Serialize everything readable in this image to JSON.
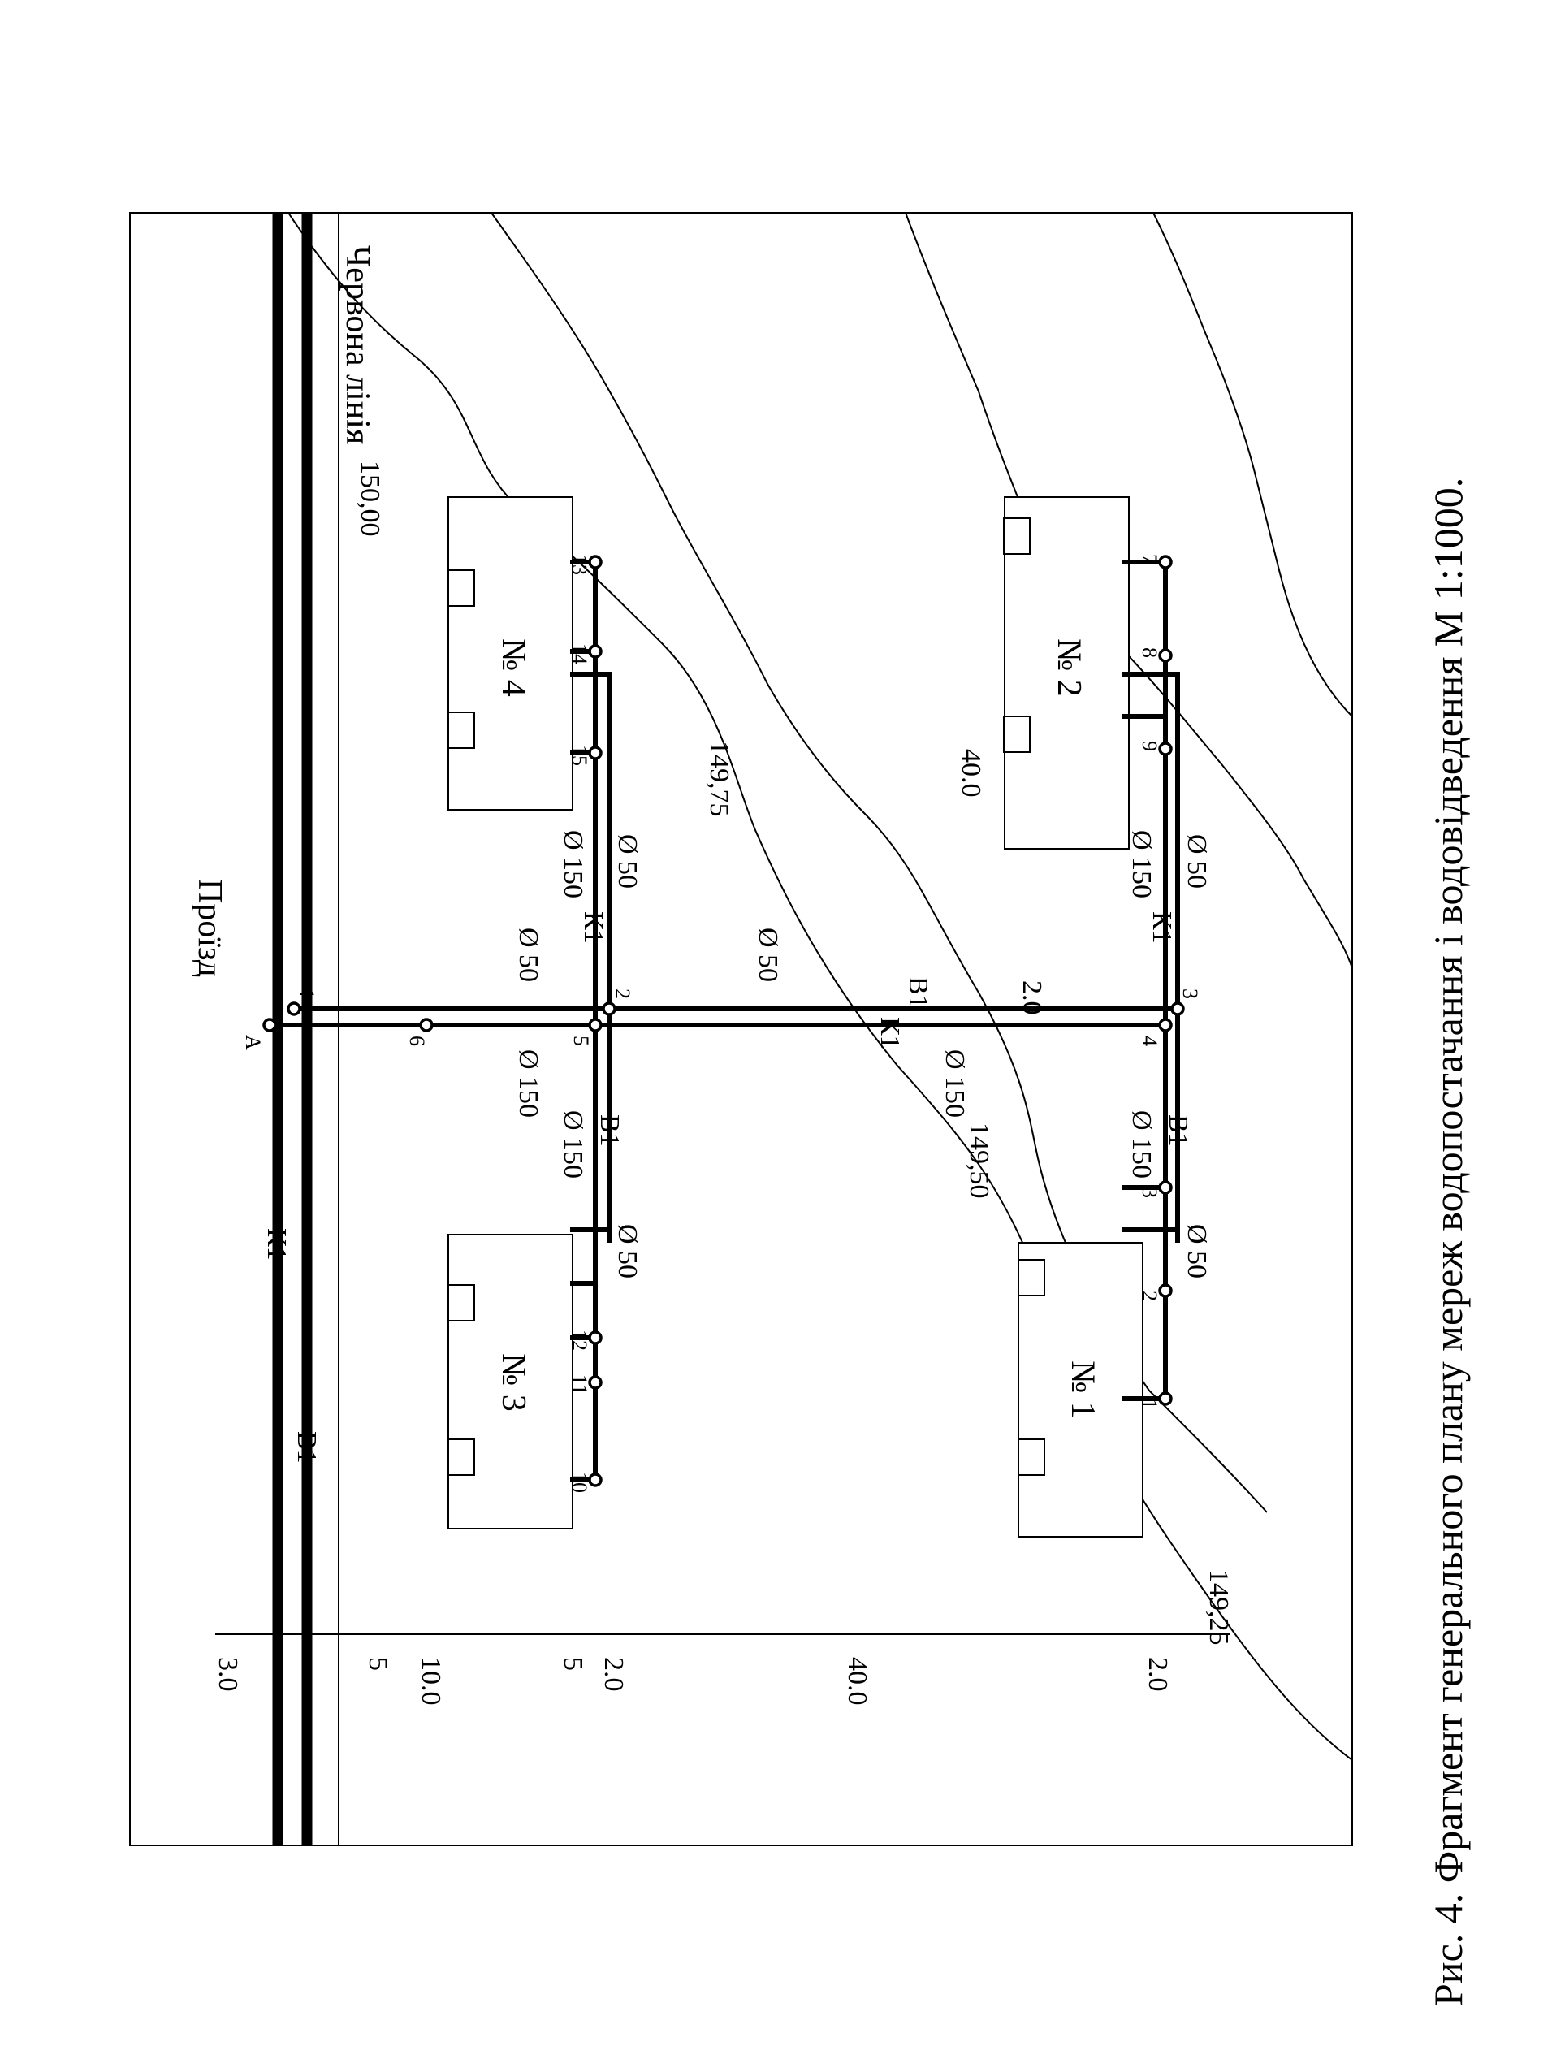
{
  "caption": "Рис. 4. Фрагмент генерального плану мереж водопостачання і водовідведення М 1:1000.",
  "labels": {
    "red_line": "Червона лінія",
    "passage": "Проїзд",
    "water_line": "В1",
    "sewer_line": "К1",
    "manhole_a": "А"
  },
  "buildings": [
    "№ 1",
    "№ 2",
    "№ 3",
    "№ 4"
  ],
  "contours": [
    "150,00",
    "149,75",
    "149,50",
    "149,25"
  ],
  "diameters": {
    "d50": "Ø 50",
    "d150": "Ø 150"
  },
  "dimensions": {
    "d2": "2.0",
    "d40": "40.0",
    "d5": "5",
    "d10": "10.0",
    "d3": "3.0"
  },
  "nodes": {
    "w1": "1",
    "w2": "2",
    "w3": "3",
    "s4": "4",
    "s5": "5",
    "s6": "6",
    "n1": "1",
    "n2": "2",
    "n3": "3",
    "n7": "7",
    "n8": "8",
    "n9": "9",
    "n10": "10",
    "n11": "11",
    "n12": "12",
    "n13": "13",
    "n14": "14",
    "n15": "15"
  }
}
